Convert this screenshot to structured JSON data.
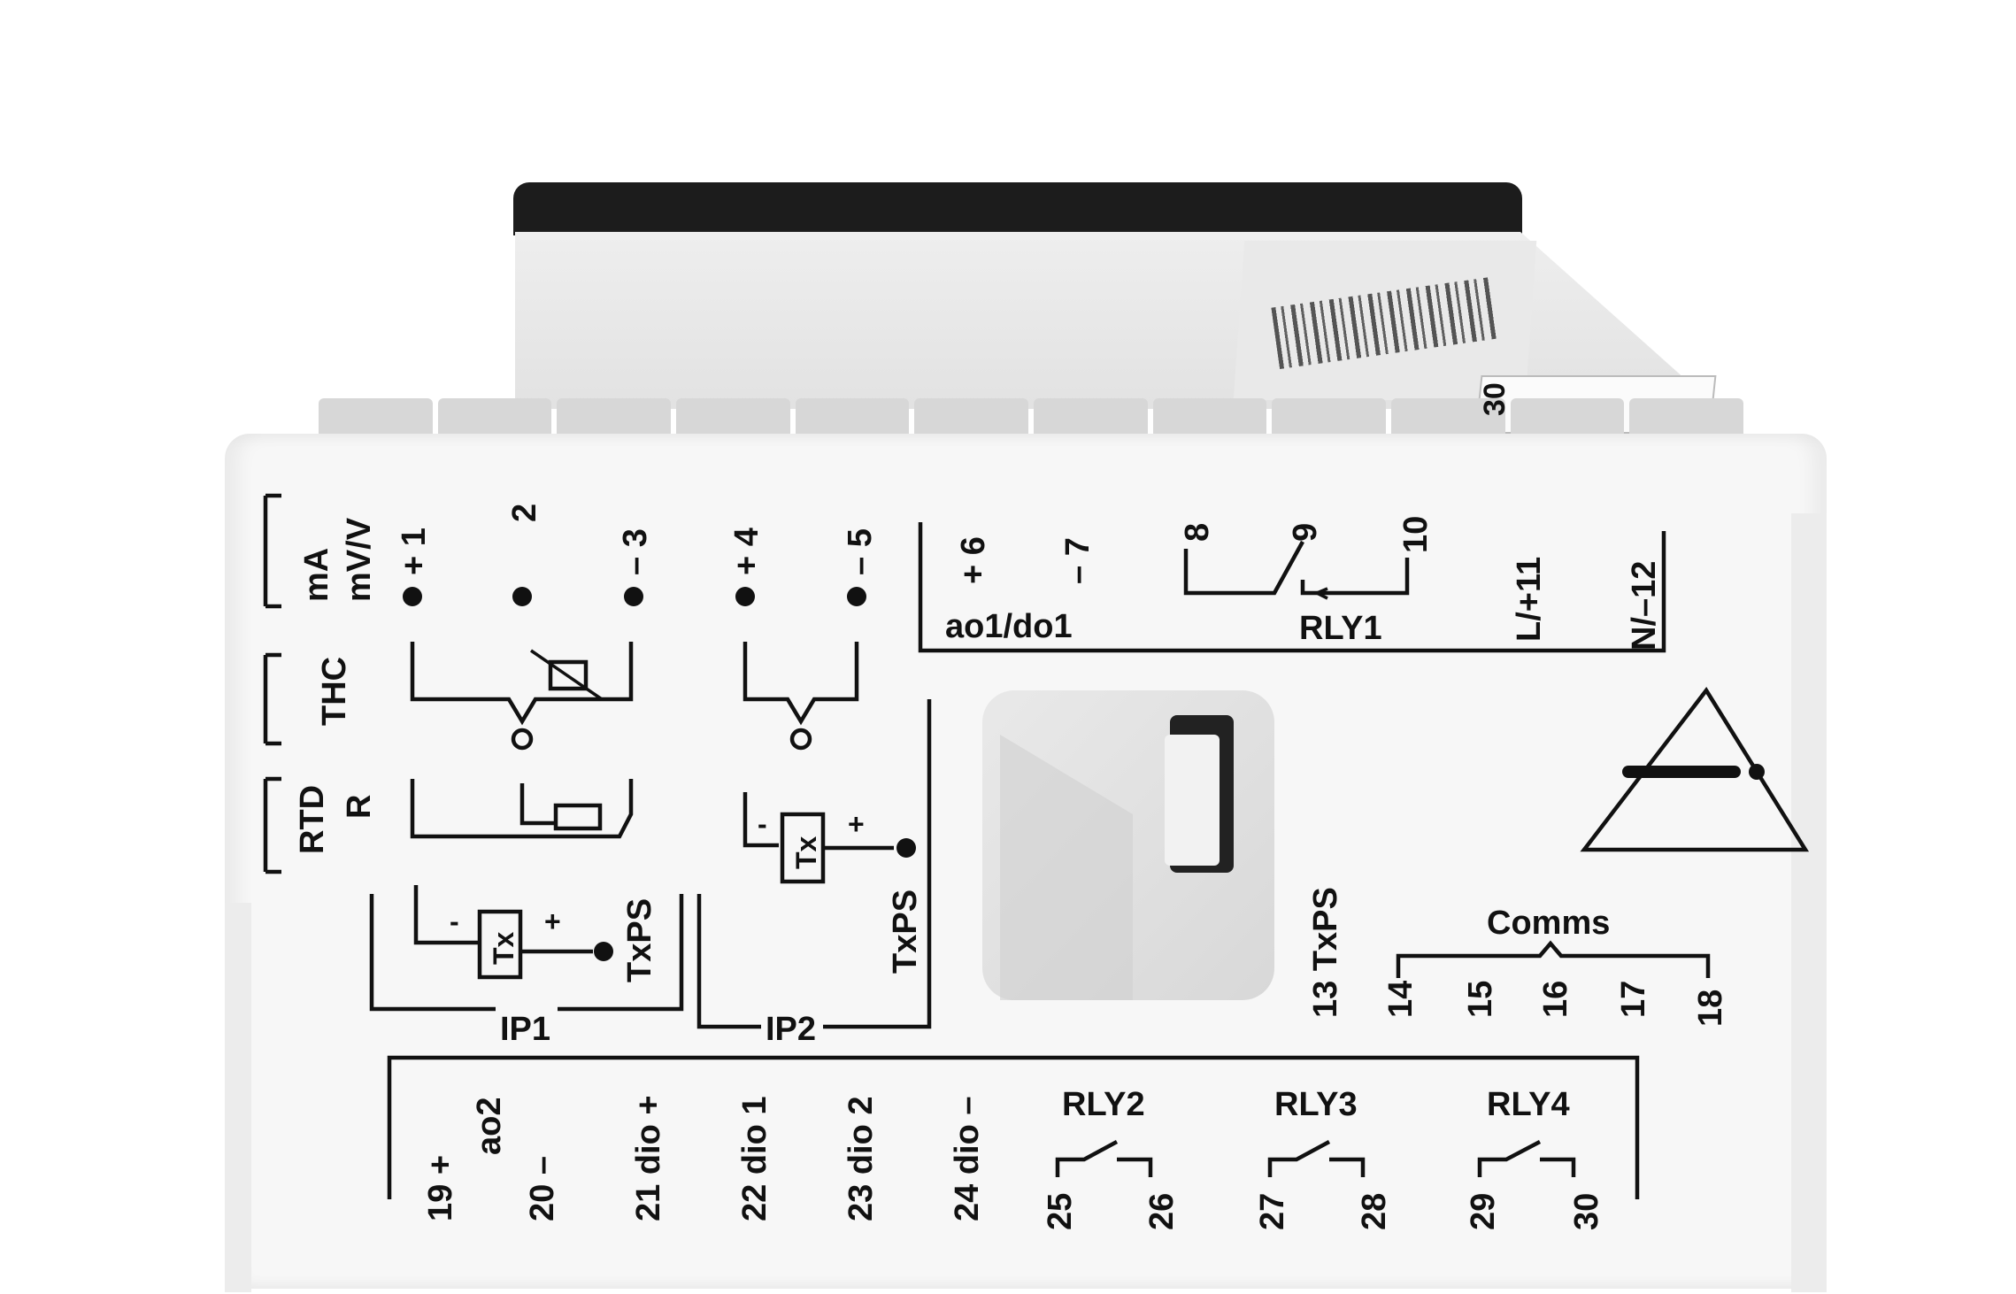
{
  "input_group": {
    "type_labels": {
      "ma": "mA",
      "mvv": "mV/V",
      "thc": "THC",
      "rtd": "RTD",
      "r": "R"
    },
    "terminals": [
      "+ 1",
      "2",
      "– 3",
      "+ 4",
      "– 5"
    ],
    "ip1": "IP1",
    "ip2": "IP2",
    "tx": "Tx",
    "txps": "TxPS",
    "plus": "+",
    "minus": "-"
  },
  "top_right": {
    "t6": "+ 6",
    "t7": "– 7",
    "ao": "ao1/do1",
    "t8": "8",
    "t9": "9",
    "t10": "10",
    "rly1": "RLY1",
    "t11": "L/+11",
    "t12": "N/–12"
  },
  "comms": {
    "txps13": "13 TxPS",
    "label": "Comms",
    "terminals": [
      "14",
      "15",
      "16",
      "17",
      "18"
    ]
  },
  "bottom": {
    "t19": "19 +",
    "ao2": "ao2",
    "t20": "20 –",
    "t21": "21 dio +",
    "t22": "22 dio 1",
    "t23": "23 dio 2",
    "t24": "24 dio –",
    "rly2": "RLY2",
    "t25": "25",
    "t26": "26",
    "rly3": "RLY3",
    "t27": "27",
    "t28": "28",
    "rly4": "RLY4",
    "t29": "29",
    "t30": "30"
  },
  "badge_text": "30"
}
